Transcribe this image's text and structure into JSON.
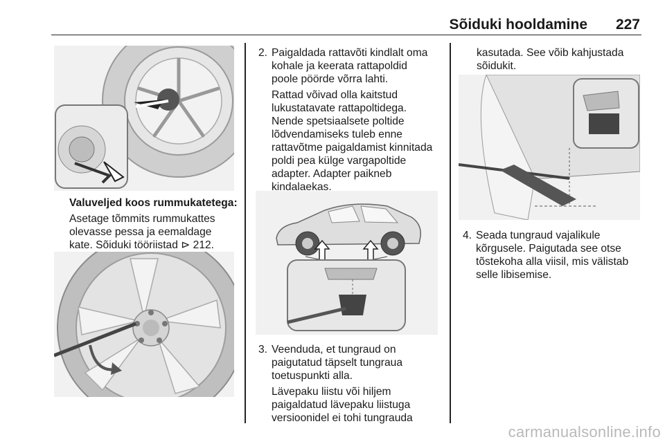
{
  "header": {
    "title": "Sõiduki hooldamine",
    "page_number": "227"
  },
  "col1": {
    "heading": "Valuveljed koos rummukatetega:",
    "body_line1": "Asetage tõmmits rummukattes",
    "body_line2": "olevasse pessa ja eemaldage",
    "body_line3_prefix": "kate. Sõiduki tööriistad ",
    "ref_symbol": "⊳",
    "ref_page": " 212."
  },
  "col2": {
    "step2_num": "2.",
    "step2_lines": [
      "Paigaldada rattavõti kindlalt oma",
      "kohale ja keerata rattapoldid",
      "poole pöörde võrra lahti."
    ],
    "step2_note_lines": [
      "Rattad võivad olla kaitstud",
      "lukustatavate rattapoltidega.",
      "Nende spetsiaalsete poltide",
      "lõdvendamiseks tuleb enne",
      "rattavõtme paigaldamist kinnitada",
      "poldi pea külge vargapoltide",
      "adapter. Adapter paikneb",
      "kindalaekas."
    ],
    "step3_num": "3.",
    "step3_lines": [
      "Veenduda, et tungraud on",
      "paigutatud täpselt tungraua",
      "toetuspunkti alla."
    ],
    "step3_note_lines": [
      "Lävepaku liistu või hiljem",
      "paigaldatud lävepaku liistuga",
      "versioonidel ei tohi tungrauda"
    ]
  },
  "col3": {
    "cont_lines": [
      "kasutada. See võib kahjustada",
      "sõidukit."
    ],
    "step4_num": "4.",
    "step4_lines": [
      "Seada tungraud vajalikule",
      "kõrgusele. Paigutada see otse",
      "tõstekoha alla viisil, mis välistab",
      "selle libisemise."
    ]
  },
  "watermark": "carmanualsonline.info"
}
